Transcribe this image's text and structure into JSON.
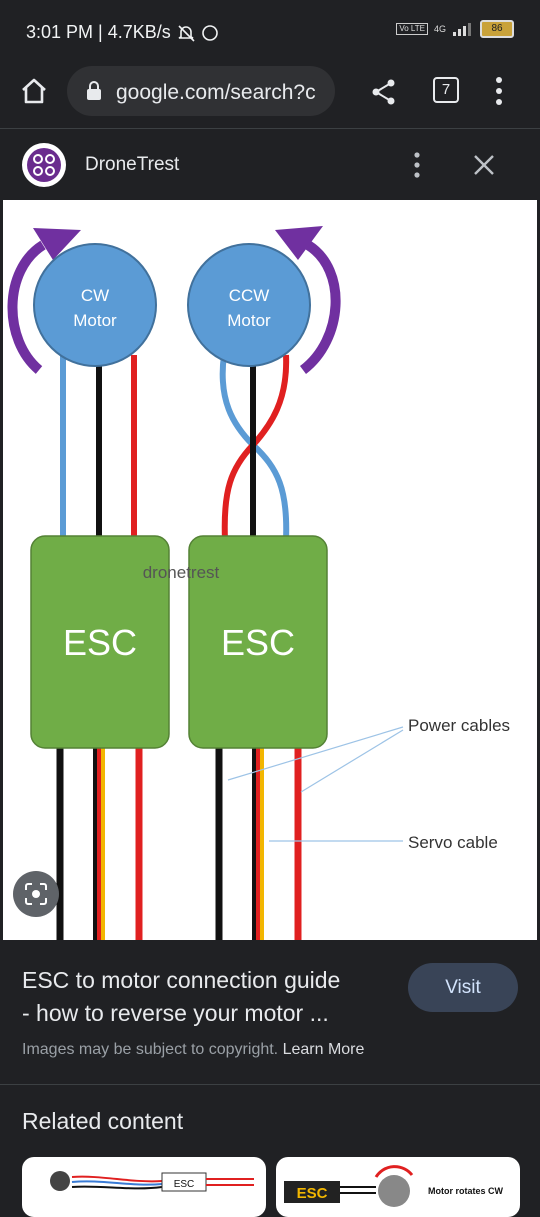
{
  "status_bar": {
    "time": "3:01 PM | 4.7KB/s",
    "network": "4G",
    "volte": "Vo LTE",
    "battery": "86"
  },
  "url_bar": {
    "url": "google.com/search?c",
    "tab_count": "7"
  },
  "drawer": {
    "site_name": "DroneTrest"
  },
  "diagram": {
    "left_motor": [
      "CW",
      "Motor"
    ],
    "right_motor": [
      "CCW",
      "Motor"
    ],
    "esc_left": "ESC",
    "esc_right": "ESC",
    "watermark": "dronetrest",
    "power_label": "Power cables",
    "servo_label": "Servo cable"
  },
  "result": {
    "title_line1": "ESC to motor connection guide",
    "title_line2": "- how to reverse your motor ...",
    "visit_label": "Visit",
    "copyright": "Images may be subject to copyright.",
    "learn_more": "Learn More"
  },
  "related": {
    "heading": "Related content",
    "card1_label": "ESC",
    "card2_esc": "ESC",
    "card2_caption": "Motor rotates CW"
  }
}
